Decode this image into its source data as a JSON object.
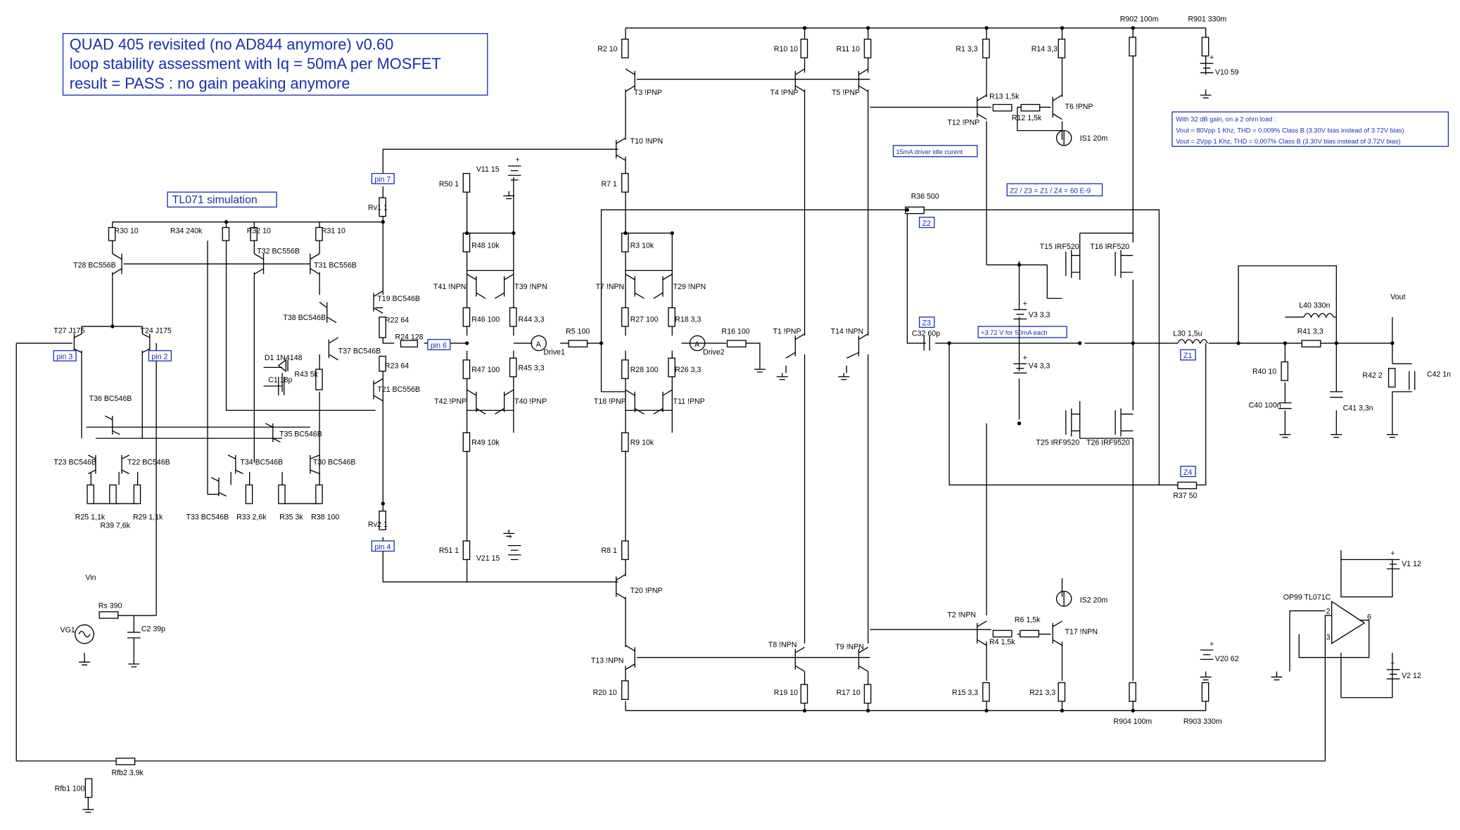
{
  "title_block": [
    "QUAD 405 revisited (no AD844 anymore) v0.60",
    "loop stability assessment with Iq = 50mA per MOSFET",
    "result = PASS : no gain peaking anymore"
  ],
  "tl071_label": "TL071 simulation",
  "notes": {
    "driver_idle": "15mA driver idle curent",
    "impedance": "Z2 / Z3 = Z1 / Z4 = 60 E-9",
    "bias": "+3.72 V for 50mA each",
    "thd": [
      "With 32 dB gain, on a 2 ohm load :",
      "Vout = 80Vpp 1 Khz, THD = 0,009% Class B (3.30V bias instead of 3.72V bias)",
      "Vout =   2Vpp 1 Khz, THD = 0,007% Class B (3.30V bias instead of 3.72V bias)"
    ]
  },
  "pins": {
    "p3": "pin 3",
    "p2": "pin 2",
    "p7": "pin 7",
    "p6": "pin 6",
    "p4": "pin 4"
  },
  "zboxes": {
    "z1": "Z1",
    "z2": "Z2",
    "z3": "Z3",
    "z4": "Z4"
  },
  "transistors": {
    "t28": "T28 BC556B",
    "t32": "T32 BC556B",
    "t31": "T31 BC556B",
    "t27": "T27 J175",
    "t24": "T24 J175",
    "t19": "T19 BC546B",
    "t38": "T38 BC546B",
    "t37": "T37 BC546B",
    "t21": "T21 BC556B",
    "t36": "T36 BC546B",
    "t35": "T35 BC546B",
    "t23": "T23 BC546B",
    "t22": "T22 BC546B",
    "t34": "T34 BC546B",
    "t30": "T30 BC546B",
    "t33": "T33 BC546B",
    "t41": "T41 !NPN",
    "t39": "T39 !NPN",
    "t42": "T42 !PNP",
    "t40": "T40 !PNP",
    "t7": "T7 !NPN",
    "t29": "T29 !NPN",
    "t18": "T18 !PNP",
    "t11": "T11 !PNP",
    "t3": "T3 !PNP",
    "t4": "T4 !PNP",
    "t5": "T5 !PNP",
    "t10": "T10 !NPN",
    "t20": "T20 !PNP",
    "t13": "T13 !NPN",
    "t8": "T8 !NPN",
    "t9": "T9 !NPN",
    "t1": "T1 !PNP",
    "t14": "T14 !NPN",
    "t12": "T12 !PNP",
    "t6": "T6 !PNP",
    "t2": "T2 !NPN",
    "t17": "T17 !NPN",
    "t15": "T15 IRF520",
    "t16": "T16 IRF520",
    "t25": "T25 IRF9520",
    "t26": "T26 IRF9520",
    "op99": "OP99 TL071C"
  },
  "resistors": {
    "r30": "R30 10",
    "r34": "R34 240k",
    "r32": "R32 10",
    "r31": "R31 10",
    "rv11": "Rv1 1",
    "rv21": "Rv2 1",
    "r22": "R22 64",
    "r23": "R23 64",
    "r24": "R24 128",
    "r43": "R43 5k",
    "r25": "R25 1,1k",
    "r39": "R39 7,6k",
    "r29": "R29 1,1k",
    "r33": "R33 2,6k",
    "r35": "R35 3k",
    "r38": "R38 100",
    "rs": "Rs 390",
    "rfb1": "Rfb1 100",
    "rfb2": "Rfb2 3,9k",
    "r50": "R50 1",
    "r48": "R48 10k",
    "r46": "R46 100",
    "r47": "R47 100",
    "r49": "R49 10k",
    "r51": "R51 1",
    "r44": "R44 3,3",
    "r45": "R45 3,3",
    "r5": "R5 100",
    "r16": "R16 100",
    "r2": "R2 10",
    "r7": "R7 1",
    "r3": "R3 10k",
    "r27": "R27 100",
    "r28": "R28 100",
    "r9": "R9 10k",
    "r18": "R18 3,3",
    "r26": "R26 3,3",
    "r8": "R8 1",
    "r20": "R20 10",
    "r10": "R10 10",
    "r11": "R11 10",
    "r19": "R19 10",
    "r17": "R17 10",
    "r1": "R1 3,3",
    "r14": "R14 3,3",
    "r13": "R13 1,5k",
    "r12": "R12 1,5k",
    "r902": "R902 100m",
    "r901": "R901 330m",
    "r904": "R904 100m",
    "r903": "R903 330m",
    "r15": "R15 3,3",
    "r21": "R21 3,3",
    "r6": "R6 1,5k",
    "r4": "R4 1,5k",
    "r36": "R36 500",
    "r37": "R37 50",
    "r40": "R40 10",
    "r41": "R41 3,3",
    "r42": "R42 2"
  },
  "sources": {
    "v11": "V11 15",
    "v21": "V21 15",
    "v10": "V10 59",
    "v20": "V20 62",
    "v3": "V3 3,3",
    "v4": "V4 3,3",
    "v1": "V1 12",
    "v2": "V2 12",
    "is1": "IS1 20m",
    "is2": "IS2 20m",
    "vg1": "VG1",
    "vin": "Vin",
    "vout": "Vout",
    "drive1": "Drive1",
    "drive2": "Drive2",
    "meter": "A",
    "plus": "+"
  },
  "caps": {
    "c1": "C1 18p",
    "c2": "C2 39p",
    "c32": "C32 60p",
    "c40": "C40 100n",
    "c41": "C41 3,3n",
    "c42": "C42 1n",
    "d1": "D1 1N4148",
    "l30": "L30 1,5u",
    "l40": "L40 330n"
  },
  "ic_pins": {
    "in_neg": "2",
    "in_pos": "3",
    "out": "6"
  }
}
